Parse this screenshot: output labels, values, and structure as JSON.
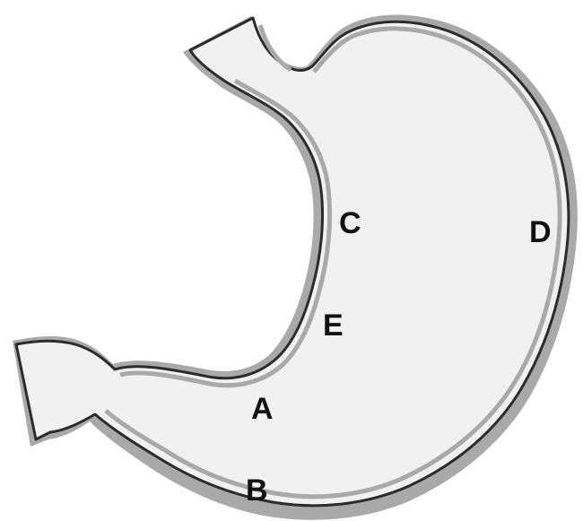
{
  "labels": {
    "a": "A",
    "b": "B",
    "c": "C",
    "d": "D",
    "e": "E"
  },
  "colors": {
    "background": "#ffffff",
    "lumen": "#f1f1f1",
    "mucosa": "#a9a9a9",
    "outline": "#2b2b2b"
  }
}
